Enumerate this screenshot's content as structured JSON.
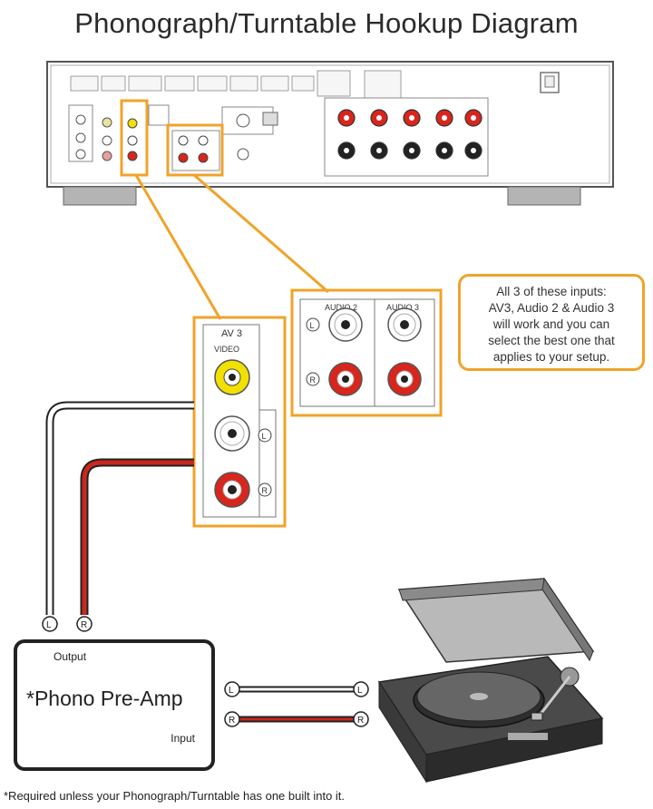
{
  "title": "Phonograph/Turntable Hookup Diagram",
  "callout": {
    "lines": [
      "All 3 of these inputs:",
      "AV3, Audio 2 & Audio 3",
      "will work and you can",
      "select the best one that",
      "applies to your setup."
    ]
  },
  "panels": {
    "av3": {
      "label": "AV 3",
      "video_label": "VIDEO",
      "left_marker": "L",
      "right_marker": "R"
    },
    "audio2": {
      "label": "AUDIO 2",
      "left_marker": "L",
      "right_marker": "R"
    },
    "audio3": {
      "label": "AUDIO 3"
    }
  },
  "preamp": {
    "output_label": "Output",
    "name": "*Phono Pre-Amp",
    "input_label": "Input"
  },
  "connectors": {
    "left": "L",
    "right": "R"
  },
  "footnote": "*Required unless your Phonograph/Turntable has one built into it.",
  "colors": {
    "highlight": "#f0a32a",
    "left_cable": "#ffffff",
    "right_cable": "#c8281e",
    "video_jack": "#f2e000",
    "right_jack": "#d8261c"
  }
}
